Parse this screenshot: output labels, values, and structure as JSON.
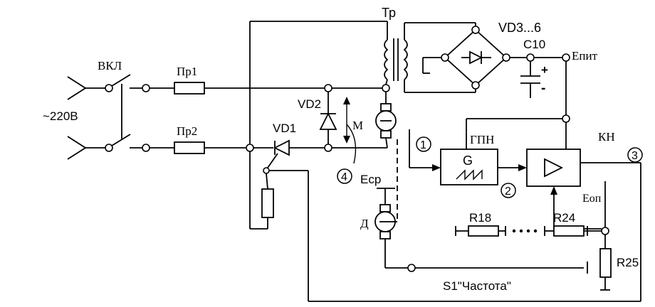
{
  "labels": {
    "tr": "Тр",
    "vd36": "VD3...6",
    "c10": "C10",
    "epit": "Eпит",
    "vkl": "ВКЛ",
    "pr1": "Пр1",
    "pr2": "Пр2",
    "v220": "~220В",
    "vd2": "VD2",
    "vd1": "VD1",
    "m": "М",
    "ecr": "Eср",
    "d": "Д",
    "gpn": "ГПН",
    "g": "G",
    "kn": "КН",
    "eop": "Eоп",
    "r18": "R18",
    "r24": "R24",
    "r25": "R25",
    "s1": "S1\"Частота\"",
    "n1": "1",
    "n2": "2",
    "n3": "3",
    "n4": "4",
    "plus": "+",
    "minus": "-"
  }
}
